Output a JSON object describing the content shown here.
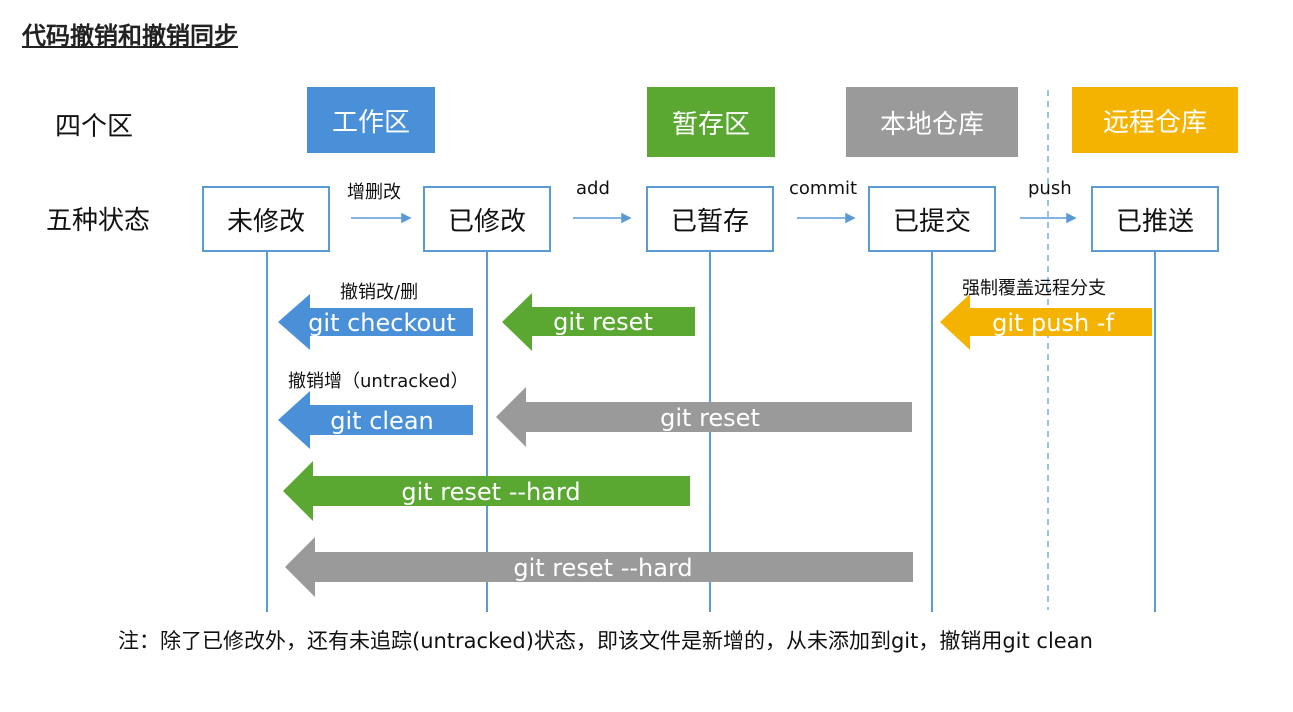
{
  "title": "代码撤销和撤销同步",
  "rows": {
    "areas_label": "四个区",
    "states_label": "五种状态"
  },
  "areas": [
    {
      "label": "工作区",
      "color": "#4a90d9"
    },
    {
      "label": "暂存区",
      "color": "#5aa832"
    },
    {
      "label": "本地仓库",
      "color": "#9a9a9a"
    },
    {
      "label": "远程仓库",
      "color": "#f5b301"
    }
  ],
  "states": [
    "未修改",
    "已修改",
    "已暂存",
    "已提交",
    "已推送"
  ],
  "transitions": [
    "增删改",
    "add",
    "commit",
    "push"
  ],
  "undo": {
    "checkout_caption": "撤销改/删",
    "checkout_cmd": "git checkout",
    "reset_staged_cmd": "git reset",
    "force_caption": "强制覆盖远程分支",
    "push_force_cmd": "git push -f",
    "clean_caption": "撤销增（untracked）",
    "clean_cmd": "git clean",
    "reset_commit_cmd": "git reset",
    "hard_staged_cmd": "git reset --hard",
    "hard_commit_cmd": "git reset --hard"
  },
  "colors": {
    "blue": "#4a90d9",
    "green": "#5aa832",
    "gray": "#9a9a9a",
    "orange": "#f5b301",
    "line": "#5b9bd5"
  },
  "note": "注：除了已修改外，还有未追踪(untracked)状态，即该文件是新增的，从未添加到git，撤销用git clean"
}
